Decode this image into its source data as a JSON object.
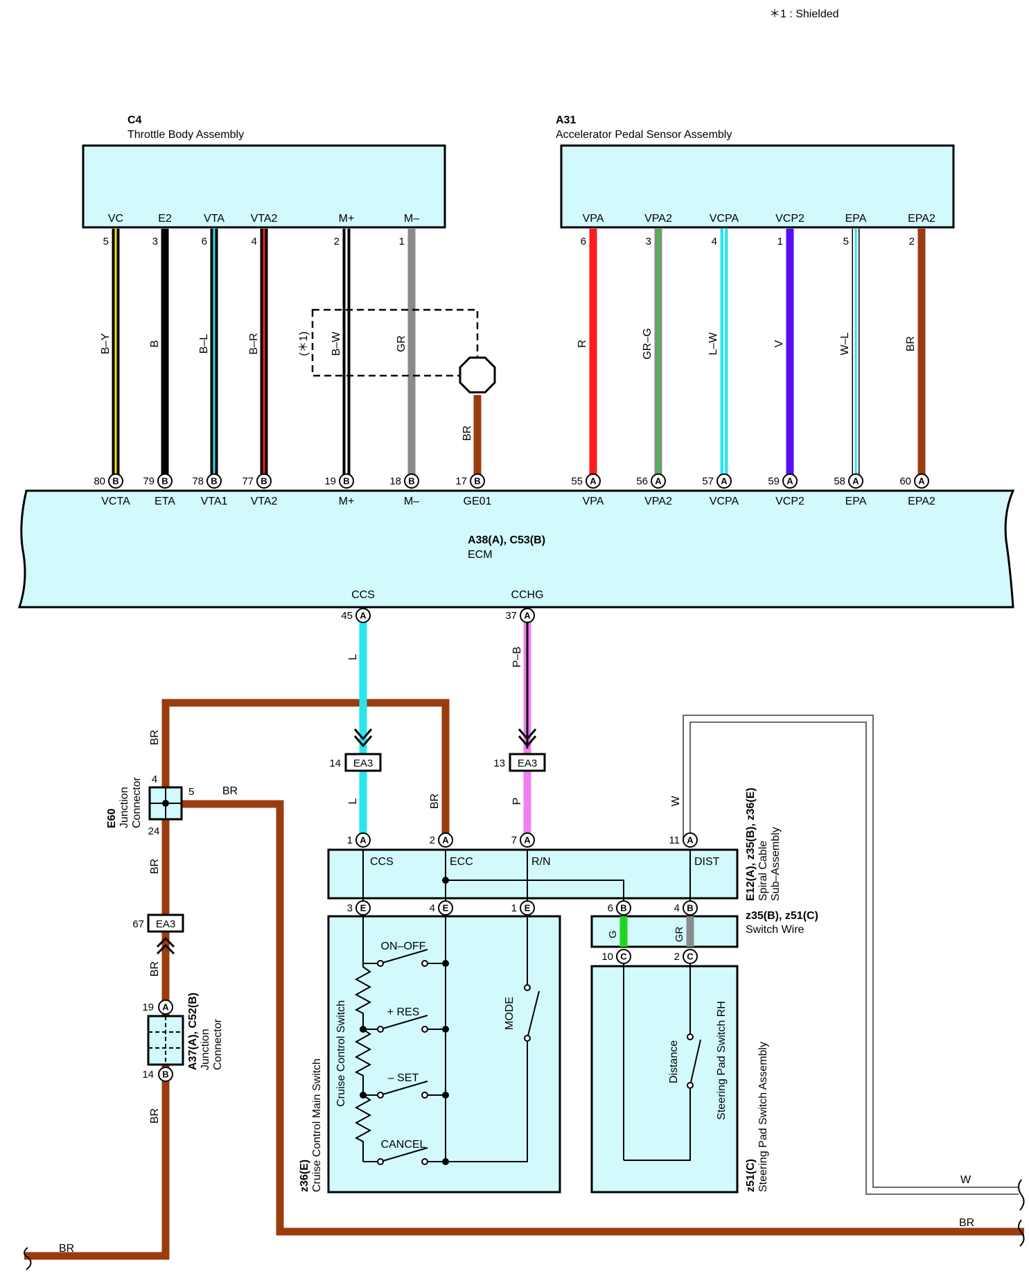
{
  "note": "＊1 : Shielded",
  "throttle": {
    "code": "C4",
    "name": "Throttle Body Assembly",
    "pins": [
      {
        "name": "VC",
        "num": "5",
        "wire": "B–Y",
        "ecm_pin": "80",
        "ecm_conn": "B",
        "ecm_name": "VCTA"
      },
      {
        "name": "E2",
        "num": "3",
        "wire": "B",
        "ecm_pin": "79",
        "ecm_conn": "B",
        "ecm_name": "ETA"
      },
      {
        "name": "VTA",
        "num": "6",
        "wire": "B–L",
        "ecm_pin": "78",
        "ecm_conn": "B",
        "ecm_name": "VTA1"
      },
      {
        "name": "VTA2",
        "num": "4",
        "wire": "B–R",
        "ecm_pin": "77",
        "ecm_conn": "B",
        "ecm_name": "VTA2"
      },
      {
        "name": "M+",
        "num": "2",
        "wire": "B–W",
        "ecm_pin": "19",
        "ecm_conn": "B",
        "ecm_name": "M+"
      },
      {
        "name": "M–",
        "num": "1",
        "wire": "GR",
        "ecm_pin": "18",
        "ecm_conn": "B",
        "ecm_name": "M–"
      }
    ],
    "shield_note": "(＊1)"
  },
  "ge01": {
    "wire": "BR",
    "ecm_pin": "17",
    "ecm_conn": "B",
    "ecm_name": "GE01"
  },
  "accel": {
    "code": "A31",
    "name": "Accelerator Pedal Sensor Assembly",
    "pins": [
      {
        "name": "VPA",
        "num": "6",
        "wire": "R",
        "ecm_pin": "55",
        "ecm_conn": "A",
        "ecm_name": "VPA"
      },
      {
        "name": "VPA2",
        "num": "3",
        "wire": "GR–G",
        "ecm_pin": "56",
        "ecm_conn": "A",
        "ecm_name": "VPA2"
      },
      {
        "name": "VCPA",
        "num": "4",
        "wire": "L–W",
        "ecm_pin": "57",
        "ecm_conn": "A",
        "ecm_name": "VCPA"
      },
      {
        "name": "VCP2",
        "num": "1",
        "wire": "V",
        "ecm_pin": "59",
        "ecm_conn": "A",
        "ecm_name": "VCP2"
      },
      {
        "name": "EPA",
        "num": "5",
        "wire": "W–L",
        "ecm_pin": "58",
        "ecm_conn": "A",
        "ecm_name": "EPA"
      },
      {
        "name": "EPA2",
        "num": "2",
        "wire": "BR",
        "ecm_pin": "60",
        "ecm_conn": "A",
        "ecm_name": "EPA2"
      }
    ]
  },
  "ecm": {
    "code": "A38(A), C53(B)",
    "name": "ECM",
    "ccs": {
      "name": "CCS",
      "pin": "45",
      "conn": "A",
      "wire": "L",
      "wire_below": "L"
    },
    "cchg": {
      "name": "CCHG",
      "pin": "37",
      "conn": "A",
      "wire": "P–B",
      "wire_below": "P"
    }
  },
  "ea3": {
    "label": "EA3",
    "pin_ccs": "14",
    "pin_cchg": "13",
    "pin_left": "67"
  },
  "spiral": {
    "code": "E12(A), z35(B), z36(E)",
    "name1": "Spiral Cable",
    "name2": "Sub–Assembly",
    "top_pins": [
      {
        "num": "1",
        "conn": "A",
        "name": "CCS"
      },
      {
        "num": "2",
        "conn": "A",
        "name": "ECC",
        "wire": "BR"
      },
      {
        "num": "7",
        "conn": "A",
        "name": "R/N"
      },
      {
        "num": "11",
        "conn": "A",
        "name": "DIST",
        "wire": "W"
      }
    ],
    "bottom_pins": [
      {
        "num": "3",
        "conn": "E"
      },
      {
        "num": "4",
        "conn": "E"
      },
      {
        "num": "1",
        "conn": "E"
      },
      {
        "num": "6",
        "conn": "B"
      },
      {
        "num": "4",
        "conn": "B"
      }
    ]
  },
  "switch_wire": {
    "code": "z35(B), z51(C)",
    "name": "Switch Wire",
    "wire_g": "G",
    "wire_gr": "GR",
    "pins": [
      {
        "num": "10",
        "conn": "C"
      },
      {
        "num": "2",
        "conn": "C"
      }
    ]
  },
  "cruise": {
    "code": "z36(E)",
    "name": "Cruise Control Main Switch",
    "inner": "Cruise Control Switch",
    "switches": [
      "ON–OFF",
      "+ RES",
      "– SET",
      "CANCEL"
    ],
    "mode": "MODE"
  },
  "steering": {
    "code": "z51(C)",
    "name": "Steering Pad Switch Assembly",
    "inner": "Steering Pad Switch RH",
    "switch": "Distance"
  },
  "e60": {
    "code": "E60",
    "name1": "Junction",
    "name2": "Connector",
    "pin_top": "4",
    "pin_right": "5",
    "pin_bottom": "24",
    "wire_top": "BR",
    "wire_right": "BR",
    "wire_below": "BR",
    "wire_below_ea3": "BR"
  },
  "a37": {
    "code": "A37(A), C52(B)",
    "name1": "Junction",
    "name2": "Connector",
    "pin_top": "19",
    "conn_top": "A",
    "pin_bottom": "14",
    "conn_bottom": "B",
    "wire_below": "BR"
  },
  "out": {
    "bottom_left": "BR",
    "right_w": "W",
    "right_br": "BR"
  },
  "colors": {
    "box_fill": "#d2f9fc",
    "brown": "#9b3c0e",
    "cyan": "#28e6f0",
    "pink": "#f27ff0",
    "red": "#ff1b1b",
    "violet": "#5510f2",
    "gray": "#8a8a8a",
    "green": "#22d422"
  }
}
